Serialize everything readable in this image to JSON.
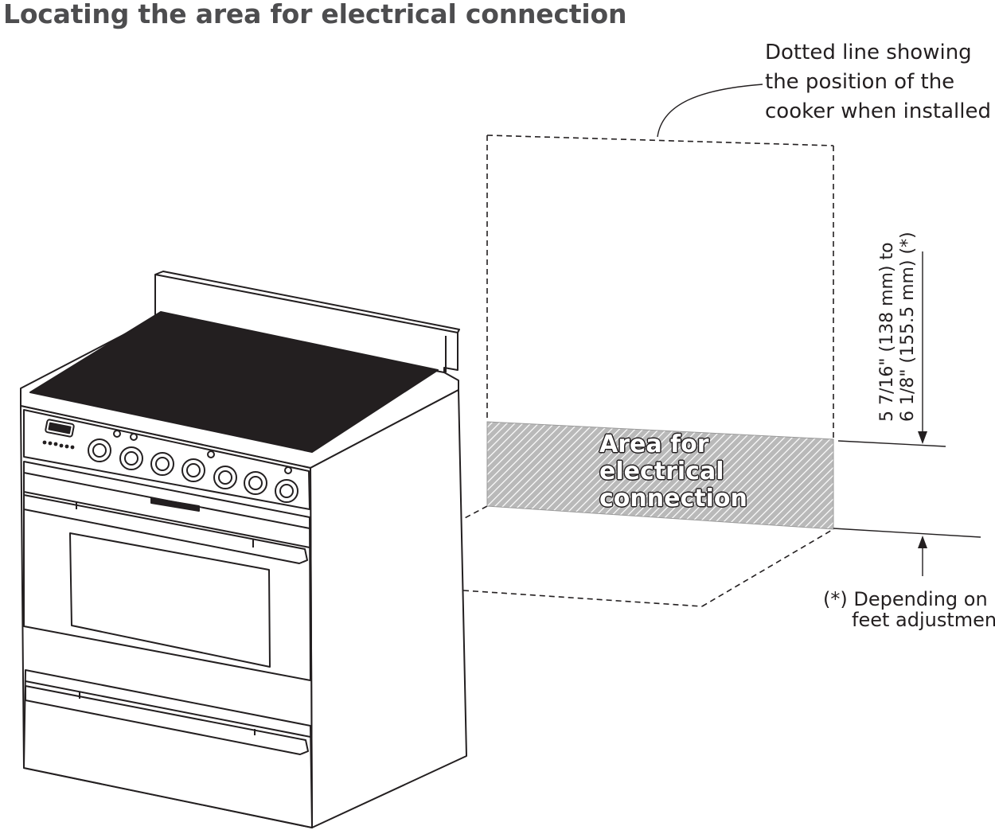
{
  "title": "Locating the area for electrical connection",
  "dotted_note": {
    "lines": [
      "Dotted line showing",
      "the position of the",
      "cooker when installed"
    ]
  },
  "area_label": {
    "lines": [
      "Area for",
      "electrical",
      "connection"
    ]
  },
  "dimension": {
    "line1": "5 7/16\" (138 mm) to",
    "line2": "6 1/8\" (155.5 mm) (*)"
  },
  "footnote": {
    "line1": "(*) Depending on",
    "line2": "feet adjustment"
  },
  "colors": {
    "line": "#231f20",
    "title": "#4d4d4f",
    "hatch": "#8a8a8a",
    "oven_window": "#ffffff"
  },
  "icons": {
    "cooker": "freestanding-cooker-illustration"
  }
}
